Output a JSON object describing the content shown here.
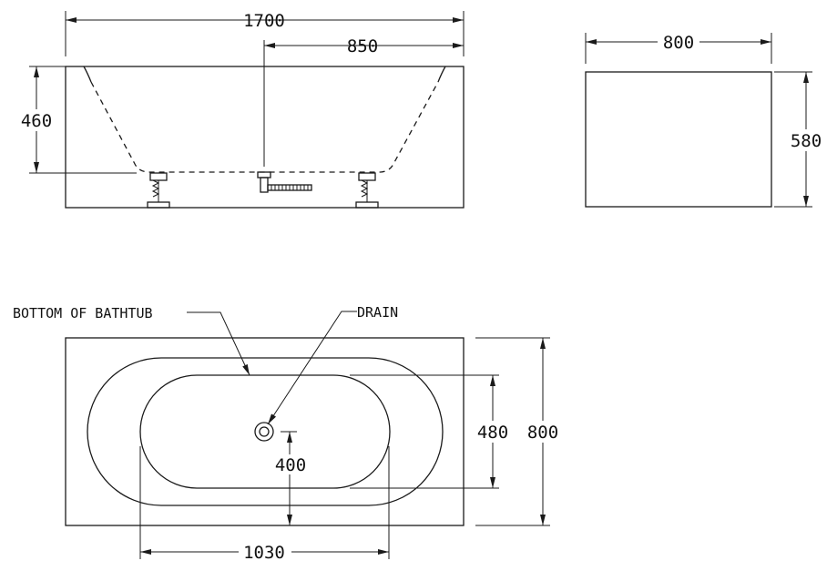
{
  "dimensions": {
    "total_length": "1700",
    "drain_offset": "850",
    "height": "460",
    "side_width": "800",
    "side_height": "580",
    "top_width": "800",
    "inner_width": "480",
    "drain_to_edge": "400",
    "bottom_length": "1030"
  },
  "labels": {
    "bottom_of_bathtub": "BOTTOM OF BATHTUB",
    "drain": "DRAIN"
  }
}
